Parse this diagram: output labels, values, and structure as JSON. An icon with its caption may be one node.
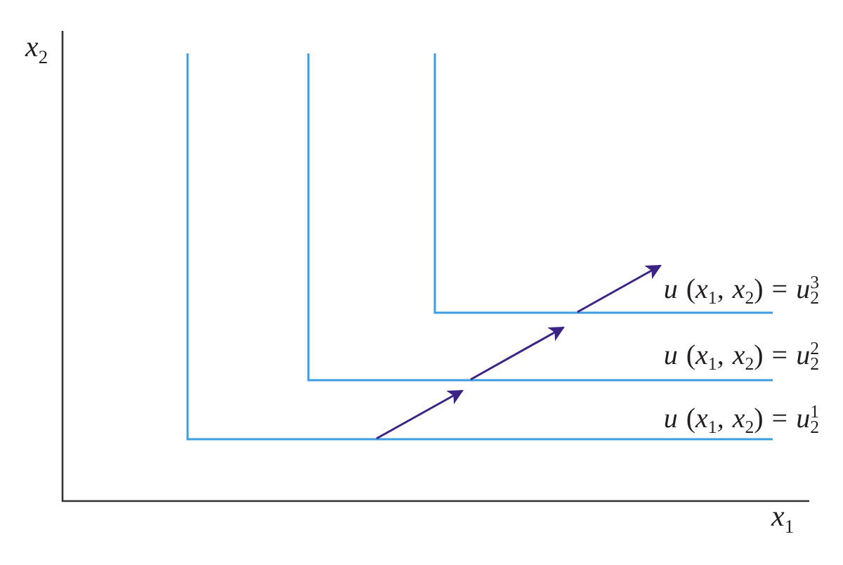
{
  "diagram": {
    "labels": [
      "*x*$_{2}$",
      "*u* (*x*$_{1}$, *x*$_{2}$) = *u*$_{2}$$^{3}$",
      "*u* (*x*$_{1}$, *x*$_{2}$) = *u*$_{2}$$^{2}$",
      "*u* (*x*$_{1}$, *x*$_{2}$) = *u*$_{2}$$^{1}$",
      "*x*$_{1}$"
    ]
  }
}
